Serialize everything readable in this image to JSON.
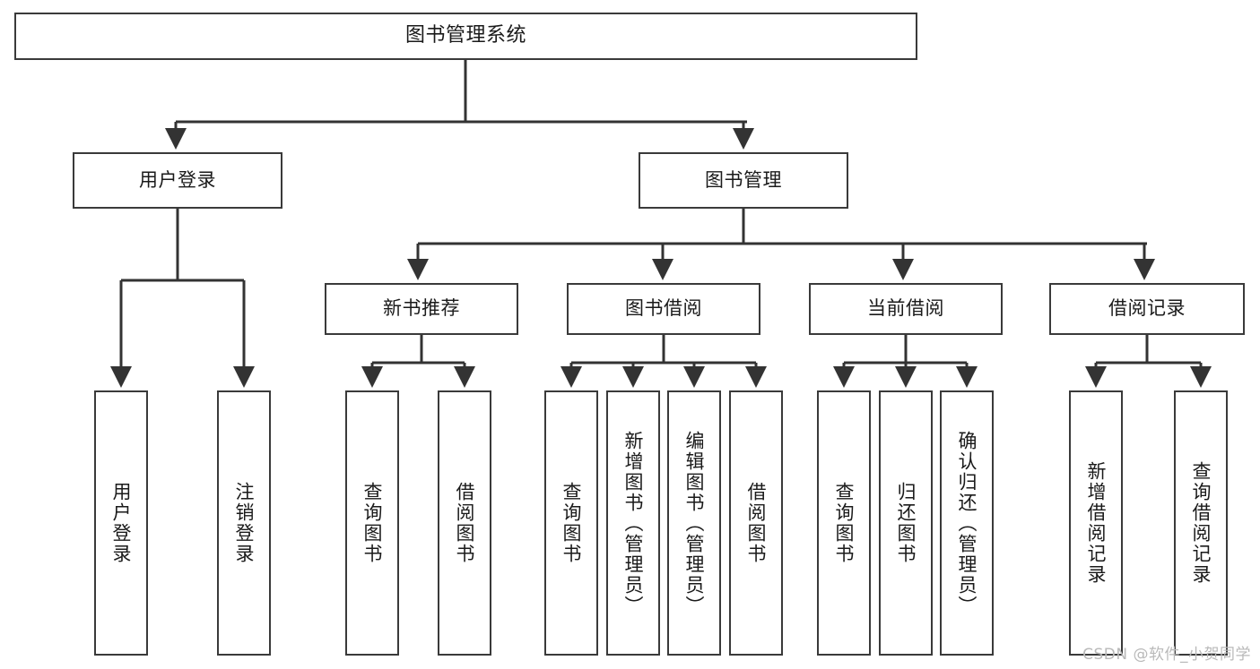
{
  "diagram": {
    "title": "图书管理系统",
    "type": "hierarchy-tree",
    "watermark": "CSDN @软件_小贺同学",
    "colors": {
      "background": "#ffffff",
      "box_border": "#3a3a3a",
      "box_fill": "#ffffff",
      "edge": "#333333",
      "text": "#1a1a1a",
      "watermark": "#b9b9b9"
    },
    "levels": {
      "root": {
        "label": "图书管理系统"
      },
      "level2": [
        {
          "id": "user-login",
          "label": "用户登录"
        },
        {
          "id": "book-management",
          "label": "图书管理"
        }
      ],
      "level3": [
        {
          "id": "new-book-recommend",
          "label": "新书推荐",
          "parent": "book-management"
        },
        {
          "id": "book-borrow",
          "label": "图书借阅",
          "parent": "book-management"
        },
        {
          "id": "current-borrow",
          "label": "当前借阅",
          "parent": "book-management"
        },
        {
          "id": "borrow-record",
          "label": "借阅记录",
          "parent": "book-management"
        }
      ],
      "leaves": [
        {
          "id": "leaf-user-login",
          "label": "用户登录",
          "parent": "user-login"
        },
        {
          "id": "leaf-logout-login",
          "label": "注销登录",
          "parent": "user-login"
        },
        {
          "id": "leaf-query-book-1",
          "label": "查询图书",
          "parent": "new-book-recommend"
        },
        {
          "id": "leaf-borrow-book-1",
          "label": "借阅图书",
          "parent": "new-book-recommend"
        },
        {
          "id": "leaf-query-book-2",
          "label": "查询图书",
          "parent": "book-borrow"
        },
        {
          "id": "leaf-add-book",
          "label": "新增图书（管理员）",
          "parent": "book-borrow"
        },
        {
          "id": "leaf-edit-book",
          "label": "编辑图书（管理员）",
          "parent": "book-borrow"
        },
        {
          "id": "leaf-borrow-book-2",
          "label": "借阅图书",
          "parent": "book-borrow"
        },
        {
          "id": "leaf-query-book-3",
          "label": "查询图书",
          "parent": "current-borrow"
        },
        {
          "id": "leaf-return-book",
          "label": "归还图书",
          "parent": "current-borrow"
        },
        {
          "id": "leaf-confirm-return",
          "label": "确认归还（管理员）",
          "parent": "current-borrow"
        },
        {
          "id": "leaf-add-record",
          "label": "新增借阅记录",
          "parent": "borrow-record"
        },
        {
          "id": "leaf-query-record",
          "label": "查询借阅记录",
          "parent": "borrow-record"
        }
      ]
    }
  }
}
